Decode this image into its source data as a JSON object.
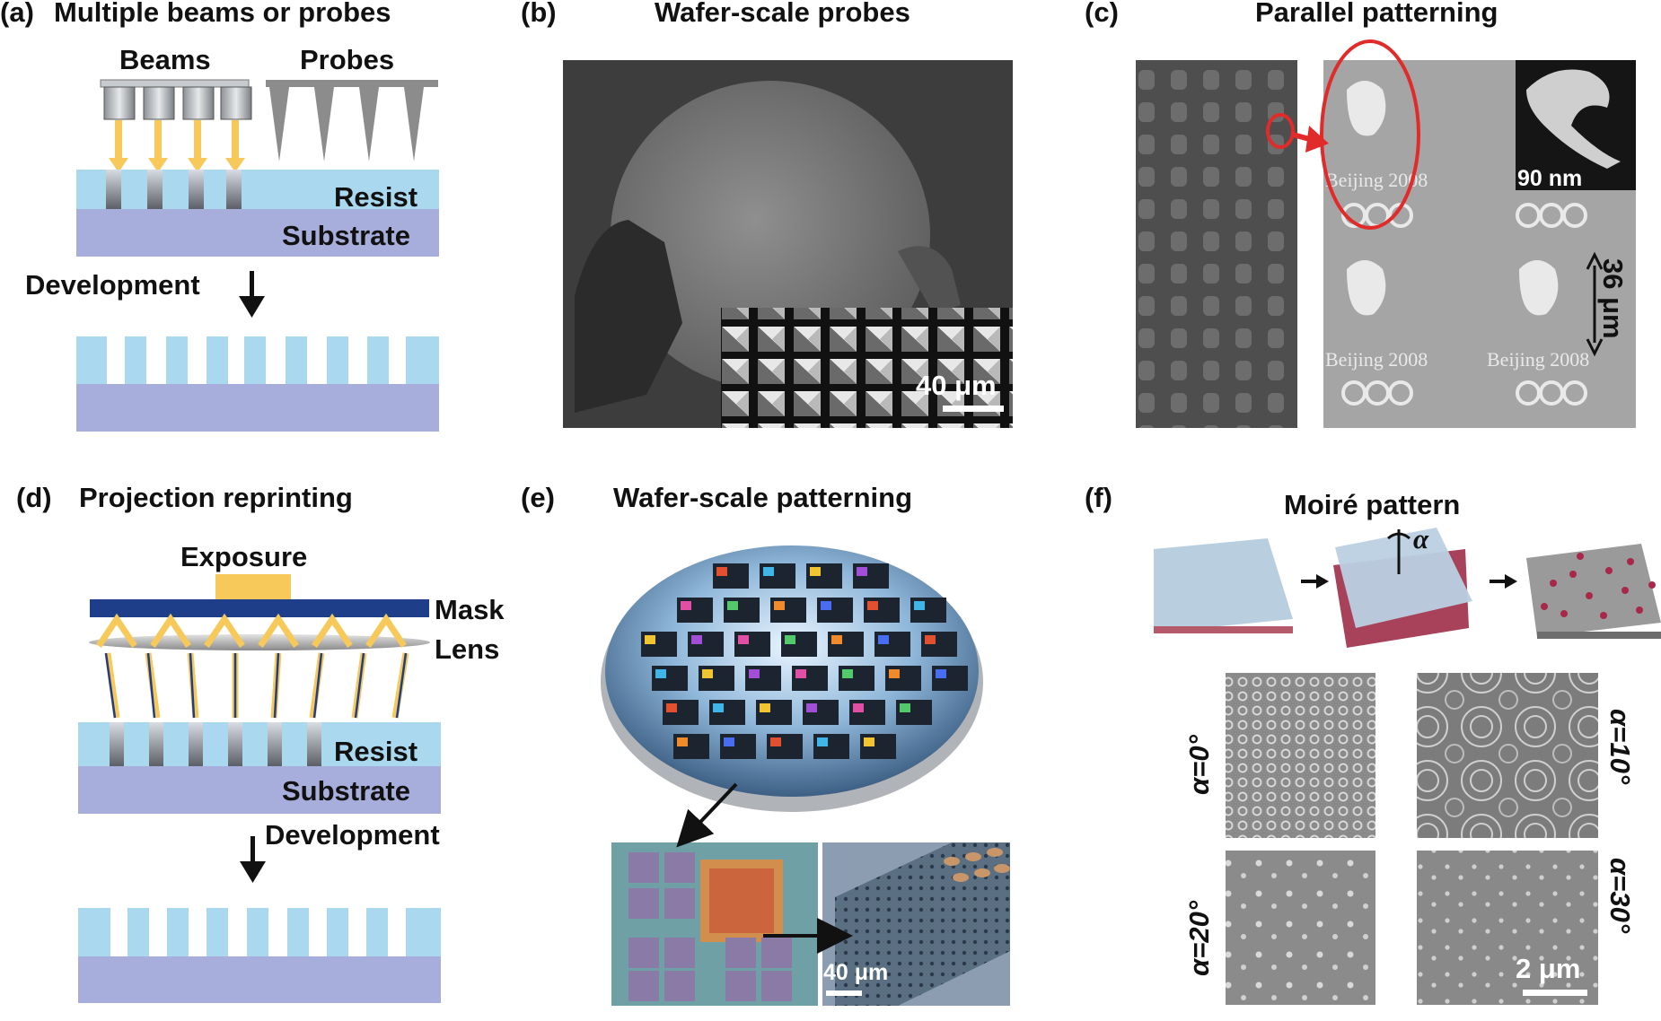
{
  "panels": {
    "a": {
      "letter": "(a)",
      "title": "Multiple beams or probes",
      "beams": "Beams",
      "probes": "Probes",
      "resist": "Resist",
      "substrate": "Substrate",
      "development": "Development"
    },
    "b": {
      "letter": "(b)",
      "title": "Wafer-scale probes",
      "scale": "40 μm"
    },
    "c": {
      "letter": "(c)",
      "title": "Parallel patterning",
      "inset_scale": "90 nm",
      "height_scale": "36 μm",
      "logo_text": "Beijing 2008"
    },
    "d": {
      "letter": "(d)",
      "title": "Projection reprinting",
      "exposure": "Exposure",
      "mask": "Mask",
      "lens": "Lens",
      "resist": "Resist",
      "substrate": "Substrate",
      "development": "Development"
    },
    "e": {
      "letter": "(e)",
      "title": "Wafer-scale patterning",
      "scale": "40 μm"
    },
    "f": {
      "letter": "(f)",
      "title": "Moiré pattern",
      "alpha": "α",
      "angles": [
        "α=0°",
        "α=10°",
        "α=20°",
        "α=30°"
      ],
      "scale": "2 μm"
    }
  },
  "colors": {
    "resist": "#a9d8ef",
    "substrate": "#a7aedb",
    "beam": "#f7c85a",
    "mask": "#1f3e8a",
    "arrow_red": "#e12a2a"
  }
}
